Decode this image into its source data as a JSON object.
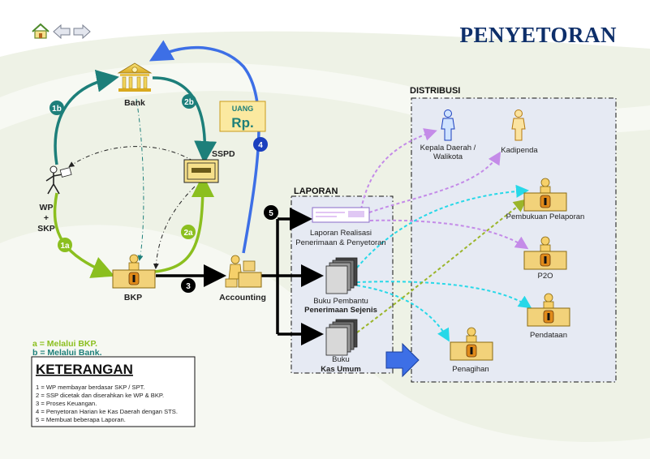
{
  "nav": {
    "home_icon": "home-icon",
    "back_icon": "back-arrow-icon",
    "forward_icon": "forward-arrow-icon"
  },
  "title": "PENYETORAN",
  "nodes": {
    "bank": "Bank",
    "sspd": "SSPD",
    "wp_line1": "WP",
    "wp_line2": "+",
    "wp_line3": "SKP",
    "bkp": "BKP",
    "accounting": "Accounting",
    "uang": "UANG",
    "rp": "Rp."
  },
  "steps": {
    "s1a": "1a",
    "s1b": "1b",
    "s2a": "2a",
    "s2b": "2b",
    "s3": "3",
    "s4": "4",
    "s5": "5"
  },
  "laporan": {
    "header": "LAPORAN",
    "lrpp_line1": "Laporan Realisasi",
    "lrpp_line2": "Penerimaan & Penyetoran",
    "bpps_line1": "Buku Pembantu",
    "bpps_line2": "Penerimaan Sejenis",
    "bku_line1": "Buku",
    "bku_line2": "Kas Umum"
  },
  "distribusi": {
    "header": "DISTRIBUSI",
    "kepala_line1": "Kepala Daerah /",
    "kepala_line2": "Walikota",
    "kadipenda": "Kadipenda",
    "pembukuan": "Pembukuan Pelaporan",
    "p2o": "P2O",
    "pendataan": "Pendataan",
    "penagihan": "Penagihan"
  },
  "legend": {
    "a": "a = Melalui BKP.",
    "b": "b = Melalui Bank."
  },
  "keterangan": {
    "title": "KETERANGAN",
    "items": [
      "1 = WP membayar berdasar SKP / SPT.",
      "2 = SSP dicetak dan diserahkan ke WP & BKP.",
      "3 = Proses Keuangan.",
      "4 = Penyetoran Harian ke Kas Daerah dengan STS.",
      "5 = Membuat beberapa Laporan."
    ]
  },
  "colors": {
    "title": "#0e2f6a",
    "green_a": "#8bbf1f",
    "teal_b": "#1d7f7a",
    "blue_4": "#3d6fe6",
    "purple": "#c48be8",
    "cyan": "#27d8e8",
    "olive": "#9bb52a",
    "desk": "#f2d27a",
    "orange_i": "#e08a1a"
  }
}
